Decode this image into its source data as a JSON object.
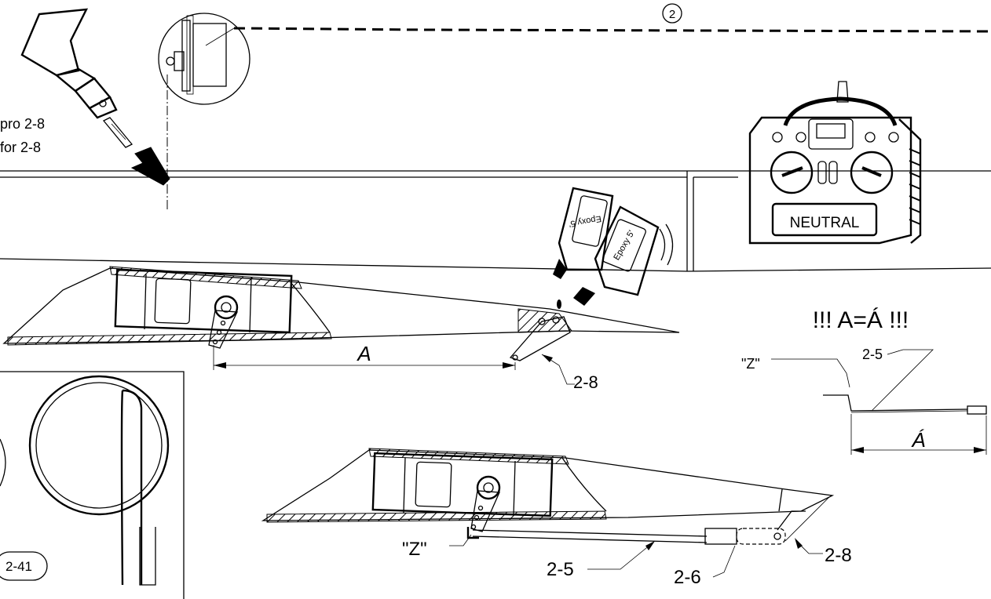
{
  "labels": {
    "step_number": "2",
    "drill_note_1": "pro 2-8",
    "drill_note_2": "for 2-8",
    "epoxy_1": "Epoxy 5'",
    "epoxy_2": "Epoxy 5'",
    "neutral": "NEUTRAL",
    "a_equals": "!!! A=Á !!!",
    "dim_a": "A",
    "dim_a_prime": "Á",
    "part_2_8_top": "2-8",
    "part_2_8_bottom": "2-8",
    "part_2_5_detail": "2-5",
    "part_2_5_bottom": "2-5",
    "part_2_6": "2-6",
    "z_detail": "\"Z\"",
    "z_bottom": "\"Z\"",
    "part_2_41": "2-41"
  },
  "colors": {
    "ink": "#000000",
    "paper": "#ffffff"
  }
}
